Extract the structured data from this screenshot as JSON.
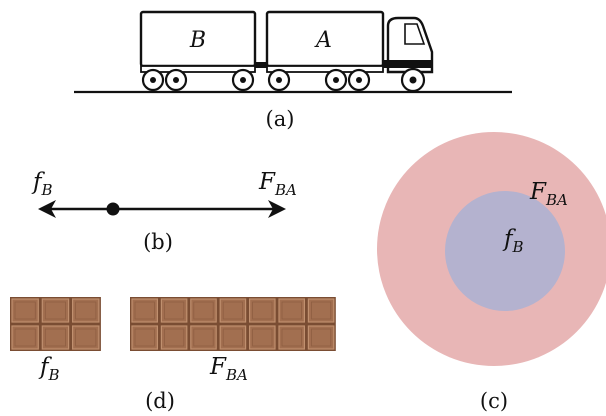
{
  "panels": {
    "a": {
      "caption": "(a)",
      "trailer_b_label": "B",
      "trailer_a_label": "A"
    },
    "b": {
      "caption": "(b)",
      "left_force_main": "f",
      "left_force_sub": "B",
      "right_force_main": "F",
      "right_force_sub": "BA"
    },
    "c": {
      "caption": "(c)",
      "outer_label_main": "F",
      "outer_label_sub": "BA",
      "inner_label_main": "f",
      "inner_label_sub": "B",
      "colors": {
        "outer_disk": "#e8b6b6",
        "inner_disk": "#b4b2cf"
      }
    },
    "d": {
      "caption": "(d)",
      "small_bar_main": "f",
      "small_bar_sub": "B",
      "large_bar_main": "F",
      "large_bar_sub": "BA",
      "colors": {
        "chocolate": "#a26f50",
        "chocolate_dark": "#7a4d33",
        "chocolate_light": "#c0906f"
      }
    }
  }
}
